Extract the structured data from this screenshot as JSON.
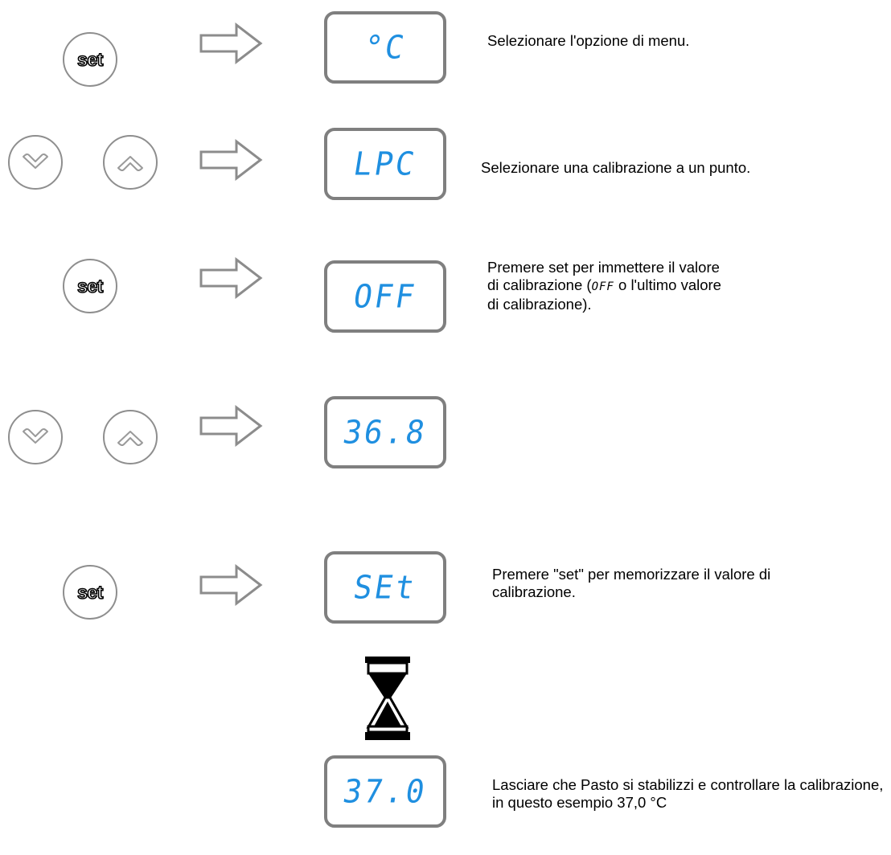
{
  "buttons": {
    "set_label": "set",
    "down_icon": "chevron-down-icon",
    "up_icon": "chevron-up-icon"
  },
  "displays": {
    "step1": "°C",
    "step2": "LPC",
    "step3": "OFF",
    "step4": "36.8",
    "step5": "SEt",
    "step6": "37.0"
  },
  "steps": {
    "step1_text": "Selezionare l'opzione di menu.",
    "step2_text": "Selezionare una calibrazione a un punto.",
    "step3_text_before": "Premere set per immettere il valore di calibrazione (",
    "step3_inline": "OFF",
    "step3_text_after": " o l'ultimo valore di calibrazione).",
    "step5_text": "Premere \"set\" per memorizzare il valore di calibrazione.",
    "step6_text": "Lasciare che Pasto si stabilizzi e controllare la calibrazione, in questo esempio 37,0 °C"
  },
  "colors": {
    "display_text": "#1f8fe0",
    "display_border": "#7f7f7f",
    "button_border": "#8e8e8e"
  },
  "icons": {
    "arrow": "right-arrow-icon",
    "wait": "hourglass-icon"
  }
}
